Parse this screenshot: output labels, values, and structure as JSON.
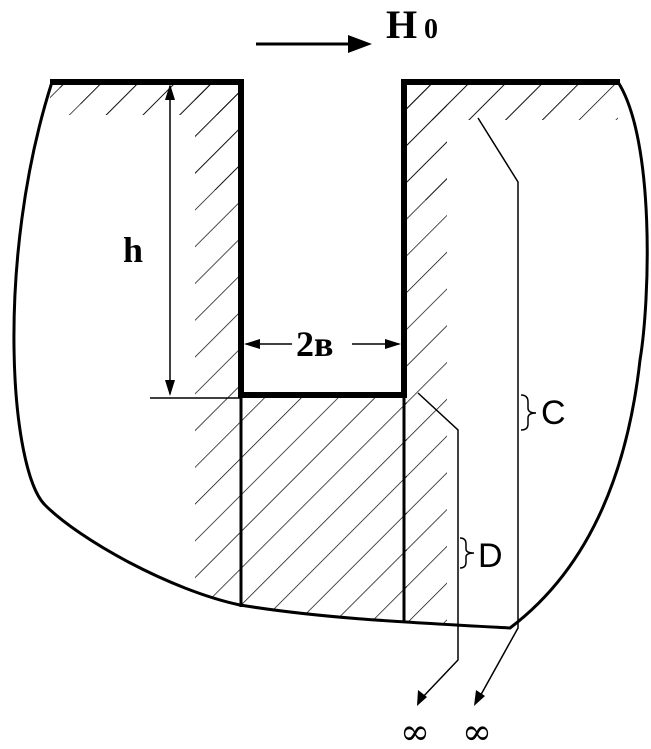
{
  "field_label": "H",
  "field_subscript": "0",
  "depth_label": "h",
  "width_label": "2в",
  "region_c_label": "C",
  "region_d_label": "D",
  "infinity_left": "∞",
  "infinity_right": "∞"
}
